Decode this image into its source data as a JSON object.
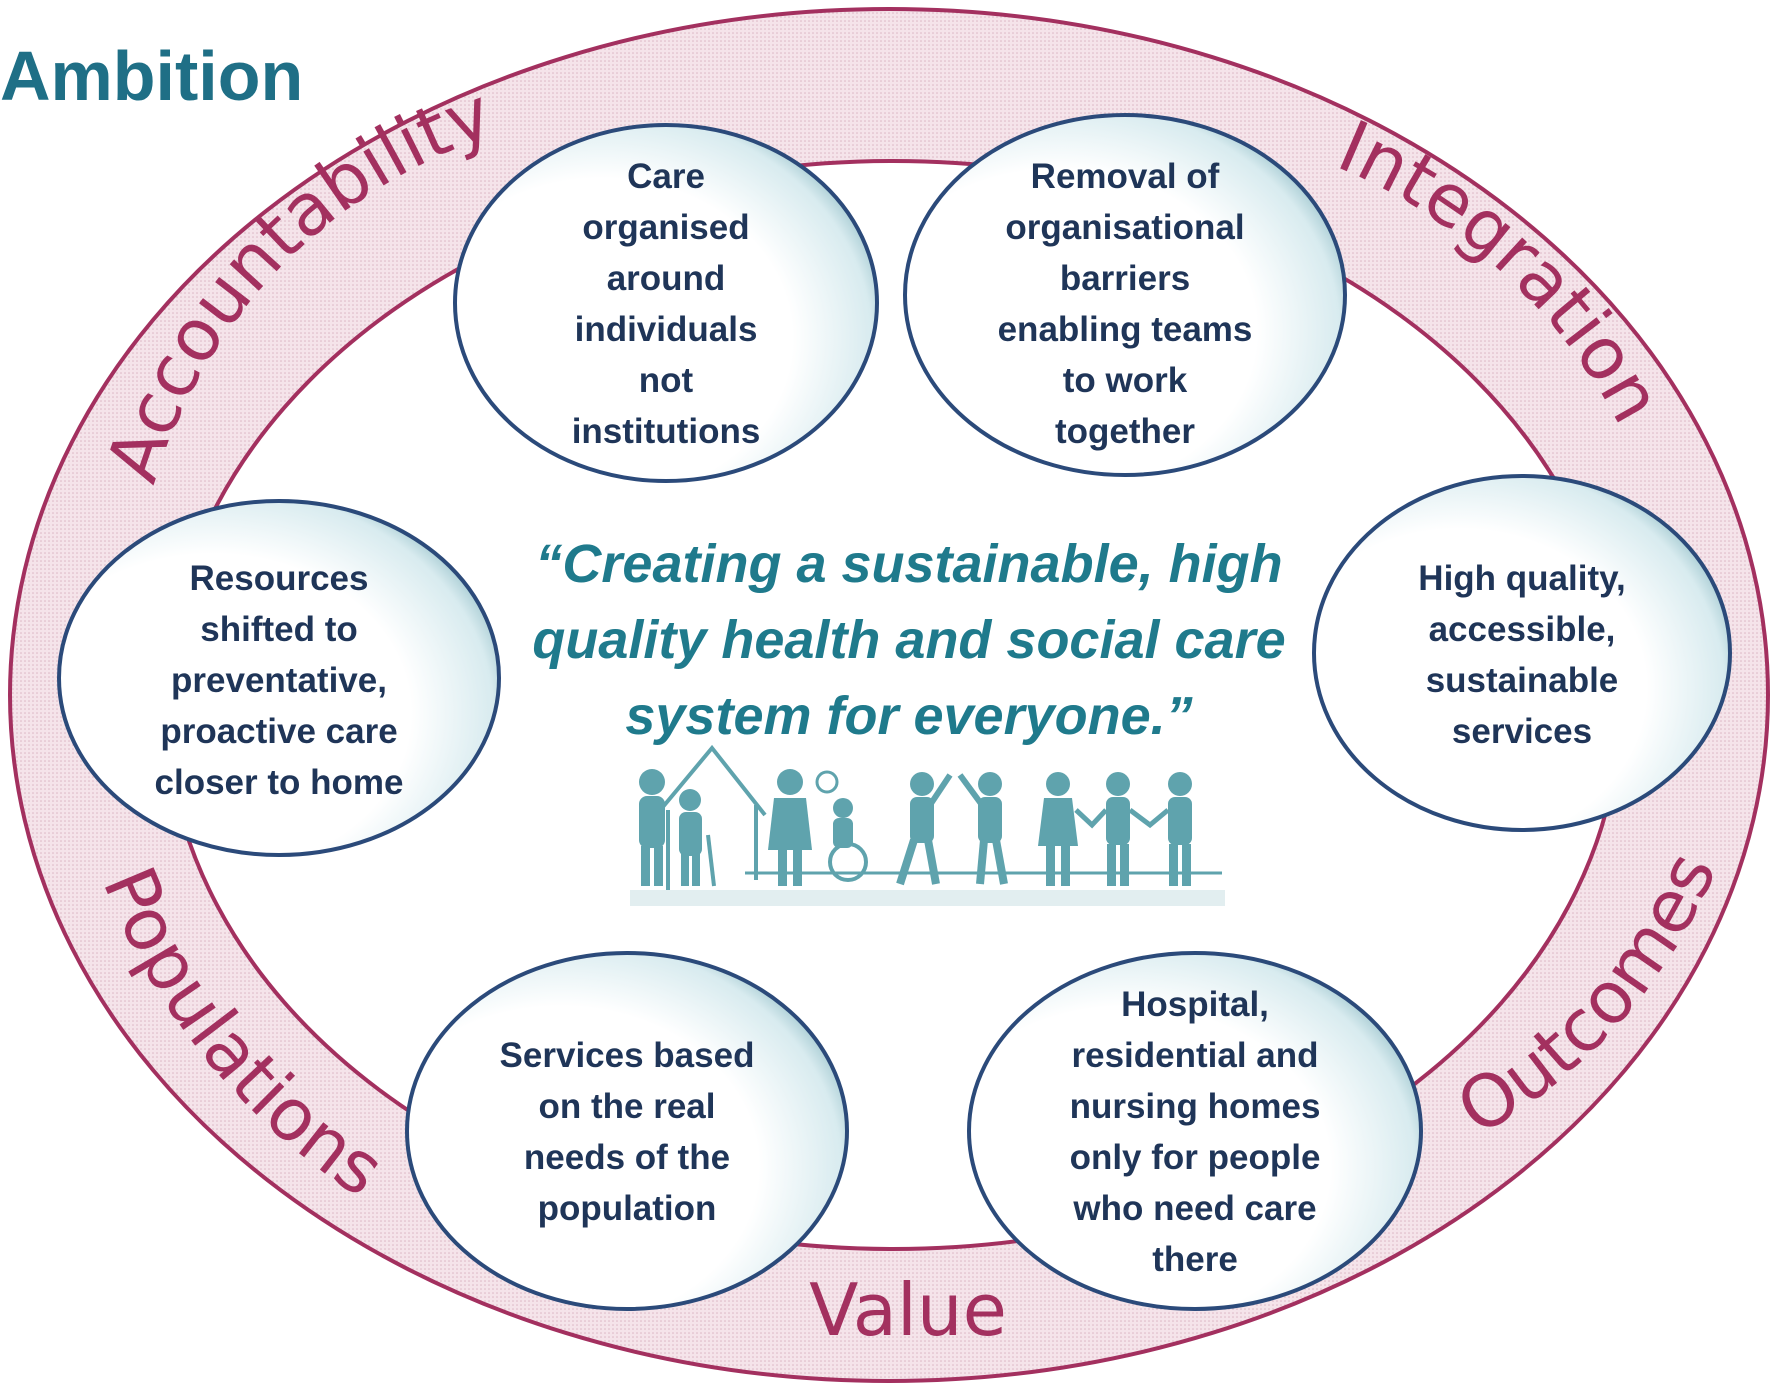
{
  "title": "Ambition",
  "colors": {
    "title": "#1f6f86",
    "ring_stroke": "#a3305f",
    "ring_fill": "#f3dde5",
    "ring_text": "#a3305f",
    "bubble_stroke": "#2b4a7a",
    "bubble_text": "#1f3558",
    "quote_text": "#1f7a8c",
    "figures": "#5fa3ad"
  },
  "ring_labels": {
    "accountability": "Accountability",
    "integration": "Integration",
    "populations": "Populations",
    "outcomes": "Outcomes",
    "value": "Value"
  },
  "quote": {
    "line1": "“Creating a sustainable, high",
    "line2": "quality health and social care",
    "line3": "system for everyone.”"
  },
  "bubbles": {
    "care_individuals": [
      "Care",
      "organised",
      "around",
      "individuals",
      "not",
      "institutions"
    ],
    "removal_barriers": [
      "Removal of",
      "organisational",
      "barriers",
      "enabling teams",
      "to work",
      "together"
    ],
    "resources_shifted": [
      "Resources",
      "shifted to",
      "preventative,",
      "proactive care",
      "closer to home"
    ],
    "high_quality": [
      "High quality,",
      "accessible,",
      "sustainable",
      "services"
    ],
    "services_needs": [
      "Services based",
      "on the real",
      "needs of the",
      "population"
    ],
    "hospital_homes": [
      "Hospital,",
      "residential and",
      "nursing homes",
      "only for people",
      "who need care",
      "there"
    ]
  }
}
